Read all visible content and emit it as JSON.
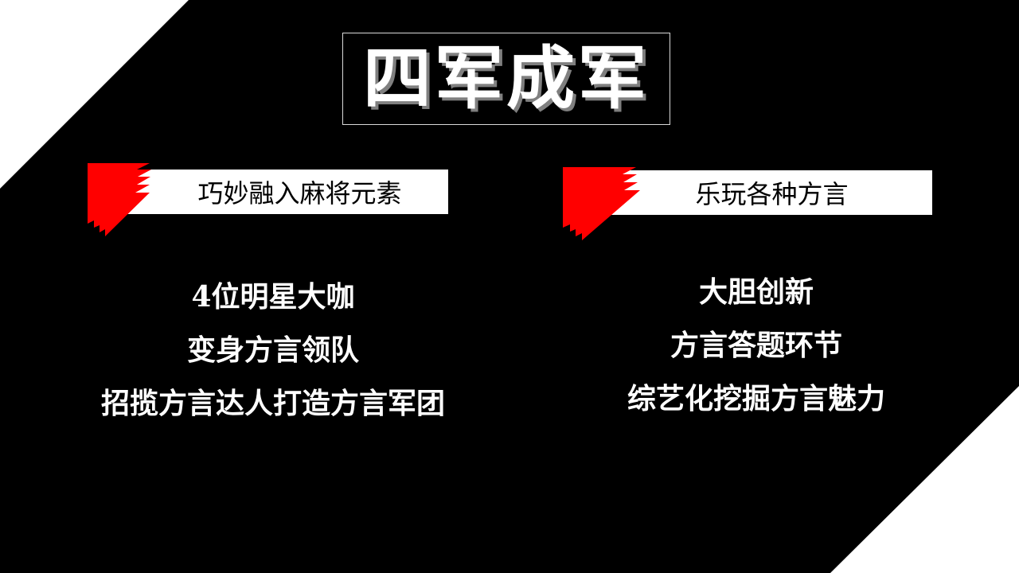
{
  "slide": {
    "title": "四军成军",
    "colors": {
      "background": "#000000",
      "corner": "#ffffff",
      "accent": "#ff0000",
      "title_shadow": "#7f7f7f"
    },
    "left": {
      "heading": "巧妙融入麻将元素",
      "lines": [
        "4位明星大咖",
        "变身方言领队",
        "招揽方言达人打造方言军团"
      ]
    },
    "right": {
      "heading": "乐玩各种方言",
      "lines": [
        "大胆创新",
        "方言答题环节",
        "综艺化挖掘方言魅力"
      ]
    }
  }
}
